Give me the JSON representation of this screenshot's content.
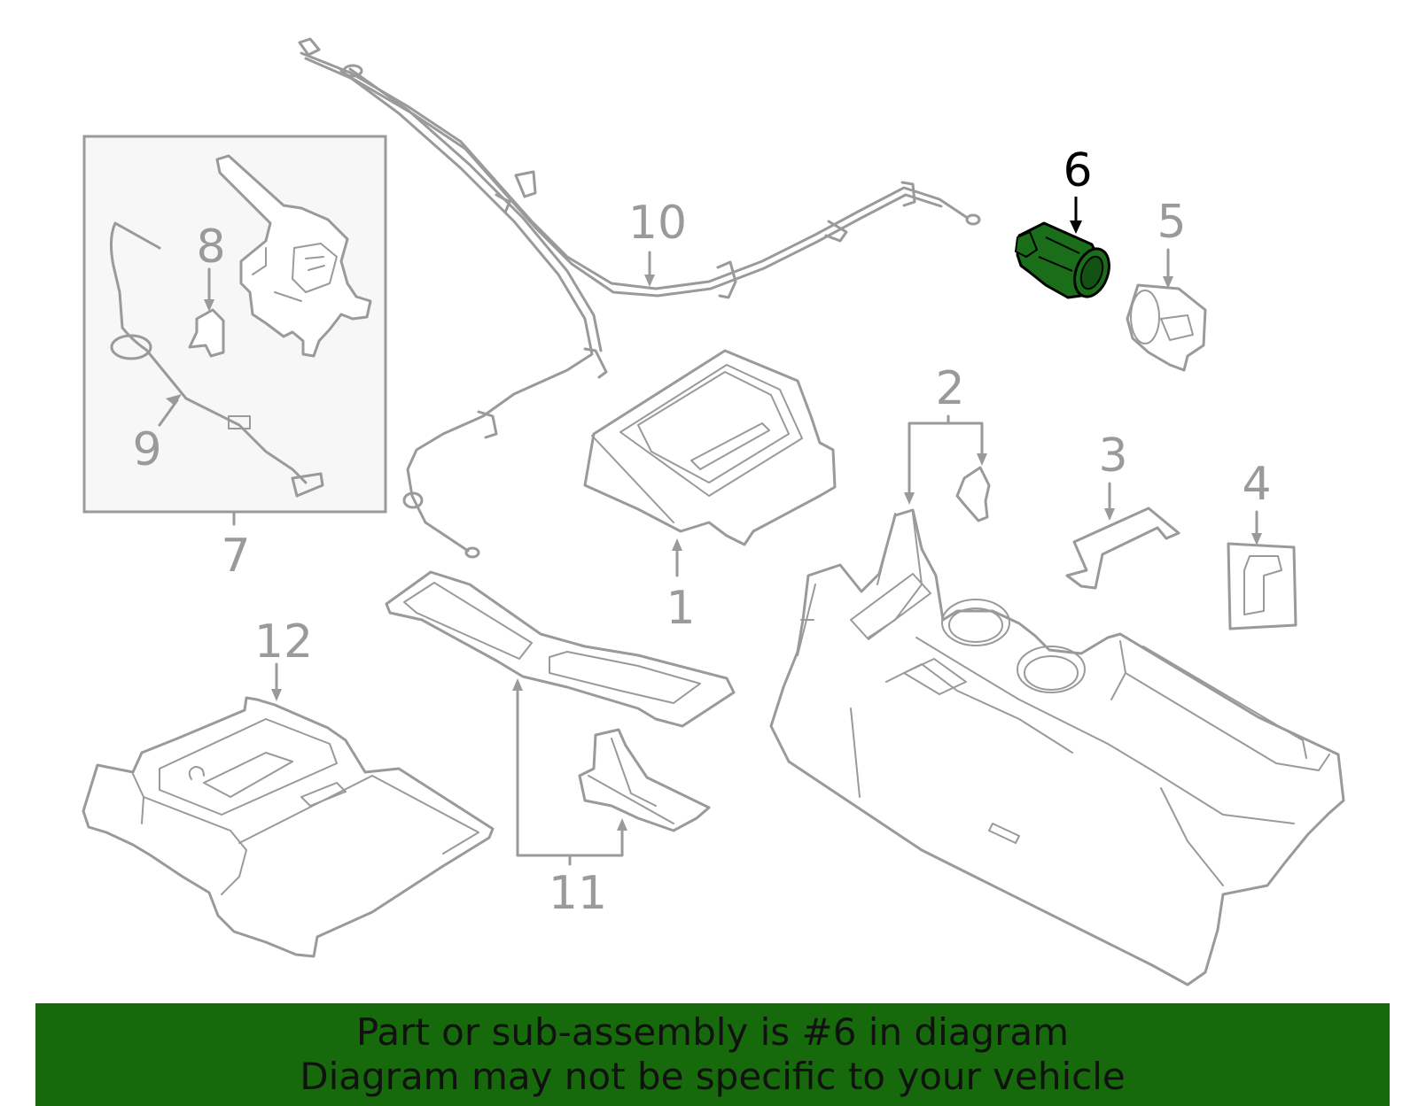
{
  "callouts": {
    "c1": "1",
    "c2": "2",
    "c3": "3",
    "c4": "4",
    "c5": "5",
    "c6": "6",
    "c7": "7",
    "c8": "8",
    "c9": "9",
    "c10": "10",
    "c11": "11",
    "c12": "12"
  },
  "highlight": {
    "part": "6",
    "part_color": "#1a6e1a",
    "callout_color": "#000000"
  },
  "colors": {
    "line": "#9a9a9a",
    "inset_background": "#f7f7f7",
    "banner": "#176a0c"
  },
  "banner": {
    "line1": "Part or sub-assembly is #6 in diagram",
    "line2": "Diagram may not be specific to your vehicle"
  }
}
